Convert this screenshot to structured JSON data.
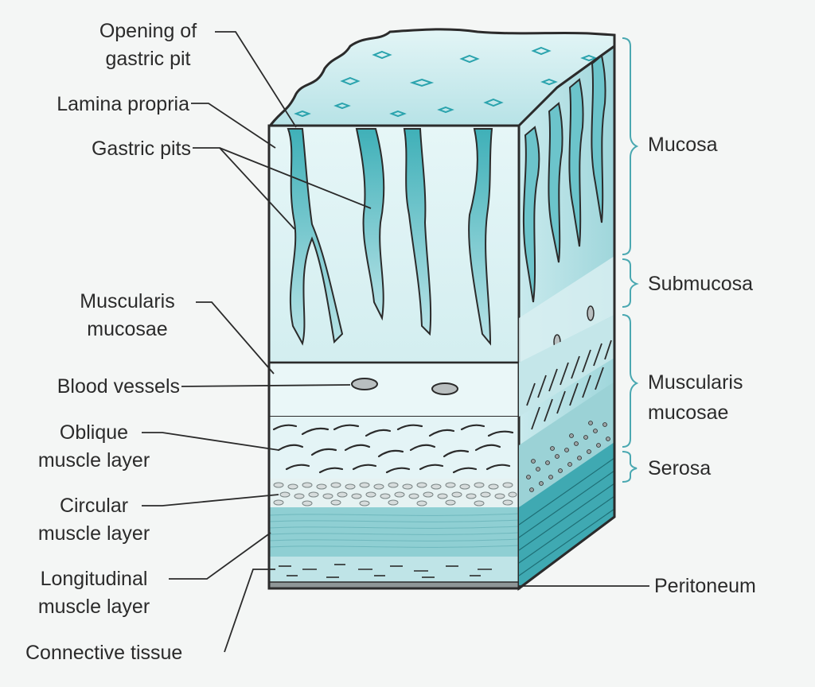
{
  "labels_left": {
    "opening_line1": "Opening of",
    "opening_line2": "gastric pit",
    "lamina_propria": "Lamina propria",
    "gastric_pits": "Gastric pits",
    "muscularis_mucosae_line1": "Muscularis",
    "muscularis_mucosae_line2": "mucosae",
    "blood_vessels": "Blood vessels",
    "oblique_line1": "Oblique",
    "oblique_line2": "muscle layer",
    "circular_line1": "Circular",
    "circular_line2": "muscle layer",
    "longitudinal_line1": "Longitudinal",
    "longitudinal_line2": "muscle layer",
    "connective_tissue": "Connective tissue"
  },
  "labels_right": {
    "mucosa": "Mucosa",
    "submucosa": "Submucosa",
    "muscularis_line1": "Muscularis",
    "muscularis_line2": "mucosae",
    "serosa": "Serosa",
    "peritoneum": "Peritoneum"
  },
  "colors": {
    "background": "#f4f6f5",
    "tissue_light": "#d9f0f2",
    "tissue_mid": "#a9dde1",
    "tissue_dark": "#2aa3ad",
    "outline": "#2b2b2b"
  }
}
